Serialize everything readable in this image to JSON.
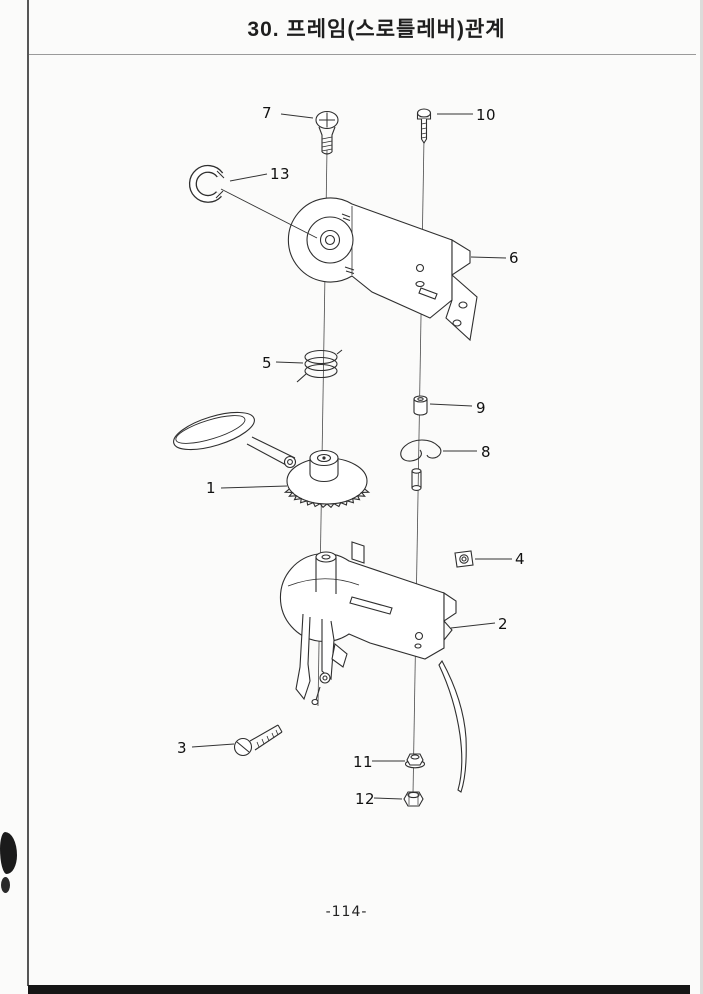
{
  "page": {
    "title": "30.  프레임(스로틀레버)관계",
    "page_number": "-114-"
  },
  "diagram": {
    "name": "frame-throttle-lever-exploded-view",
    "part_labels": [
      {
        "id": "part-1",
        "label": "1"
      },
      {
        "id": "part-2",
        "label": "2"
      },
      {
        "id": "part-3",
        "label": "3"
      },
      {
        "id": "part-4",
        "label": "4"
      },
      {
        "id": "part-5",
        "label": "5"
      },
      {
        "id": "part-6",
        "label": "6"
      },
      {
        "id": "part-7",
        "label": "7"
      },
      {
        "id": "part-8",
        "label": "8"
      },
      {
        "id": "part-9",
        "label": "9"
      },
      {
        "id": "part-10",
        "label": "10"
      },
      {
        "id": "part-11",
        "label": "11"
      },
      {
        "id": "part-12",
        "label": "12"
      },
      {
        "id": "part-13",
        "label": "13"
      }
    ]
  }
}
